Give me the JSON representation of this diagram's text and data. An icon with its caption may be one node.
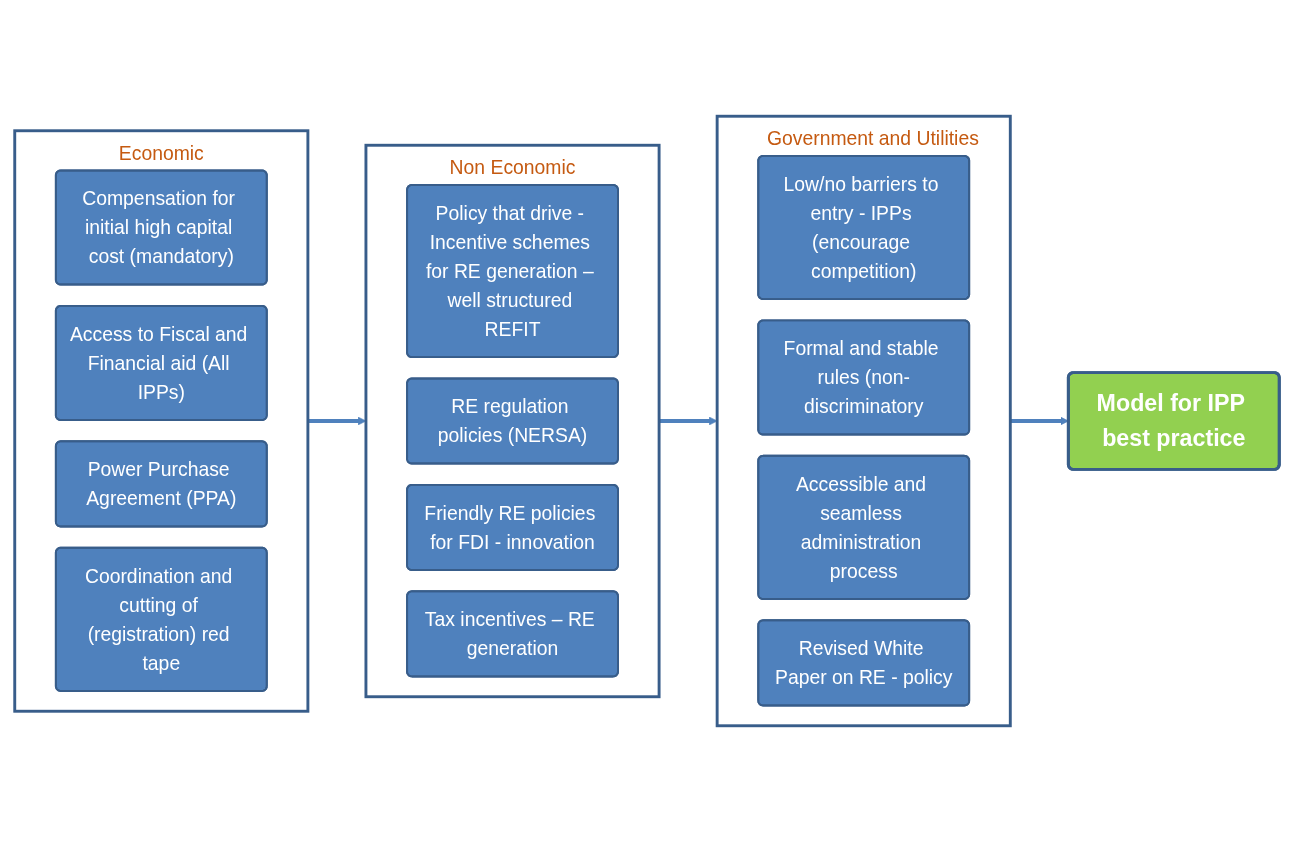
{
  "diagram": {
    "nodes": [
      {
        "text": [
          "Economic"
        ]
      },
      {
        "text": [
          "Compensation for initial high capital cost (mandatory)"
        ],
        "in": 0
      },
      {
        "text": [
          "Access to Fiscal and Financial aid (All IPPs)"
        ],
        "in": 0
      },
      {
        "text": [
          "Power Purchase Agreement (PPA)"
        ],
        "in": 0
      },
      {
        "text": [
          "Coordination and cutting of (registration) red tape"
        ],
        "in": 0
      },
      {
        "text": [
          "Non Economic"
        ]
      },
      {
        "text": [
          "Policy that drive - Incentive schemes for RE generation – well structured REFIT"
        ],
        "in": 5
      },
      {
        "text": [
          "RE regulation policies (NERSA)"
        ],
        "in": 5
      },
      {
        "text": [
          "Friendly RE policies for FDI - innovation"
        ],
        "in": 5
      },
      {
        "text": [
          "Tax incentives – RE generation"
        ],
        "in": 5
      },
      {
        "text": [
          "Government and Utilities"
        ]
      },
      {
        "text": [
          "Low/no barriers to entry - IPPs (encourage competition)"
        ],
        "in": 10
      },
      {
        "text": [
          "Formal and stable rules (non-discriminatory"
        ],
        "in": 10
      },
      {
        "text": [
          "Accessible and seamless administration process"
        ],
        "in": 10
      },
      {
        "text": [
          "Revised White Paper on RE - policy"
        ],
        "in": 10
      },
      {
        "text": [
          "Model for IPP best practice"
        ]
      }
    ],
    "edges": [
      {
        "from": 0,
        "to": 5,
        "arrow": "to"
      },
      {
        "from": 5,
        "to": 10,
        "arrow": "to"
      },
      {
        "from": 10,
        "to": 15,
        "arrow": "to"
      }
    ]
  }
}
